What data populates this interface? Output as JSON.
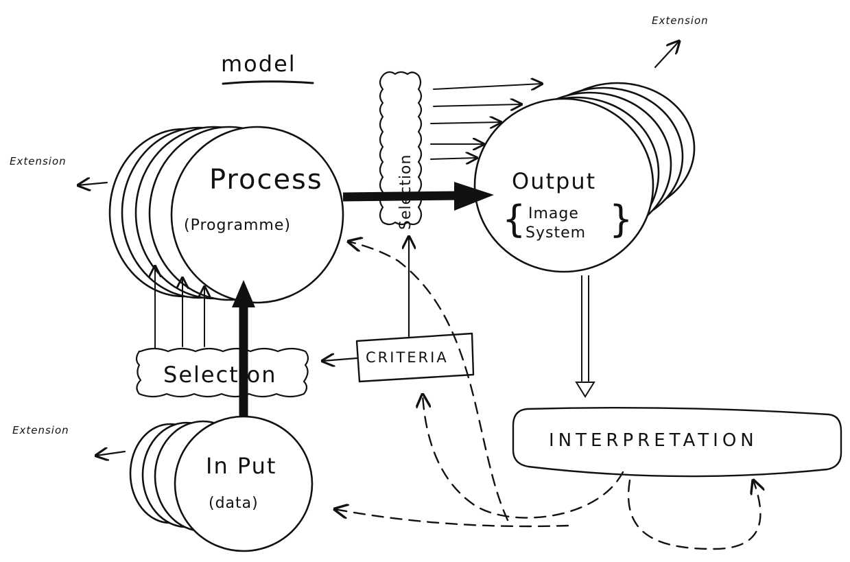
{
  "title": "model",
  "process": {
    "label": "Process",
    "sublabel": "(Programme)"
  },
  "output": {
    "label": "Output",
    "sub1": "Image",
    "sub2": "System"
  },
  "input": {
    "label": "In Put",
    "sublabel": "(data)"
  },
  "selection_vertical": "Selection",
  "selection_horizontal": "Selection",
  "criteria": "CRITERIA",
  "interpretation": "INTERPRETATION",
  "extensions": [
    "Extension",
    "Extension",
    "Extension"
  ],
  "colors": {
    "ink": "#111111",
    "background": "#ffffff"
  }
}
